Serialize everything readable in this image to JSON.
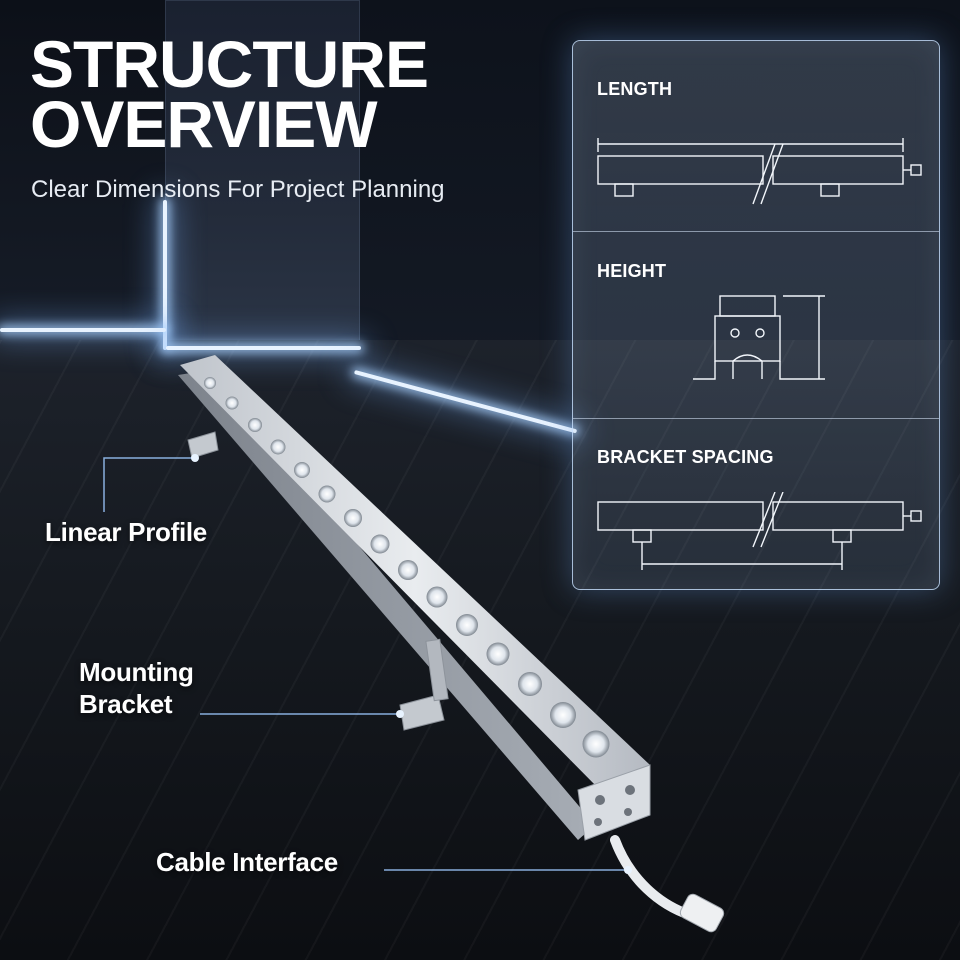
{
  "header": {
    "title_line1": "STRUCTURE",
    "title_line2": "OVERVIEW",
    "subtitle": "Clear Dimensions For Project Planning"
  },
  "spec_panel": {
    "sections": [
      {
        "label": "LENGTH"
      },
      {
        "label": "HEIGHT"
      },
      {
        "label": "BRACKET SPACING"
      }
    ]
  },
  "callouts": {
    "linear_profile": "Linear Profile",
    "mounting_bracket_line1": "Mounting",
    "mounting_bracket_line2": "Bracket",
    "cable_interface": "Cable Interface"
  },
  "colors": {
    "accent_glow": "#e8f3ff",
    "panel_border": "#c8e1ff",
    "text_primary": "#ffffff"
  }
}
